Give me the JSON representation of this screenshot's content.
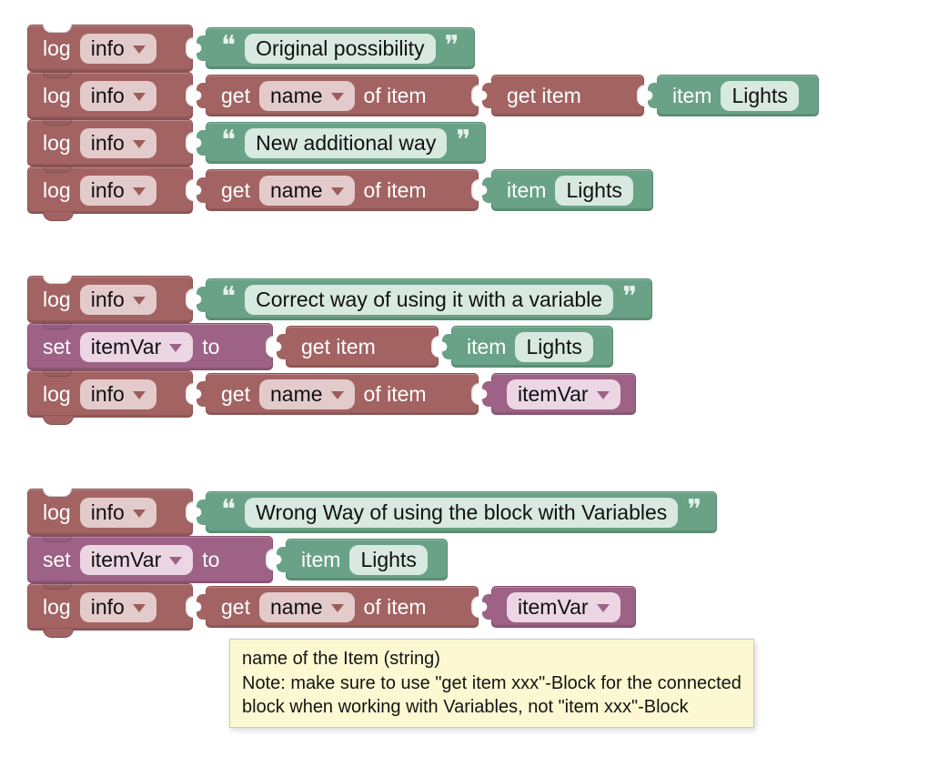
{
  "workspace": {
    "background": "#ffffff"
  },
  "colors": {
    "log_block": "#a36363",
    "string_block": "#69a287",
    "variable_block": "#9e6286",
    "log_field": "#e4cbcb",
    "string_field": "#d8e9df",
    "variable_field": "#ecd6e4",
    "tooltip_bg": "#fcf9d2"
  },
  "labels": {
    "log": "log",
    "info": "info",
    "get": "get",
    "name": "name",
    "of_item": "of item",
    "get_item": "get item",
    "item": "item",
    "lights": "Lights",
    "set": "set",
    "itemVar": "itemVar",
    "to": "to",
    "open_quote": "❝",
    "close_quote": "❞"
  },
  "strings": {
    "original": "Original possibility",
    "new_way": "New additional way",
    "correct": "Correct way of using it with a variable",
    "wrong": "Wrong Way of using the block with Variables"
  },
  "tooltip": {
    "line1": "name of the Item (string)",
    "line2": "Note: make sure to use \"get item xxx\"-Block for the connected",
    "line3": "block when working with Variables, not \"item xxx\"-Block"
  }
}
